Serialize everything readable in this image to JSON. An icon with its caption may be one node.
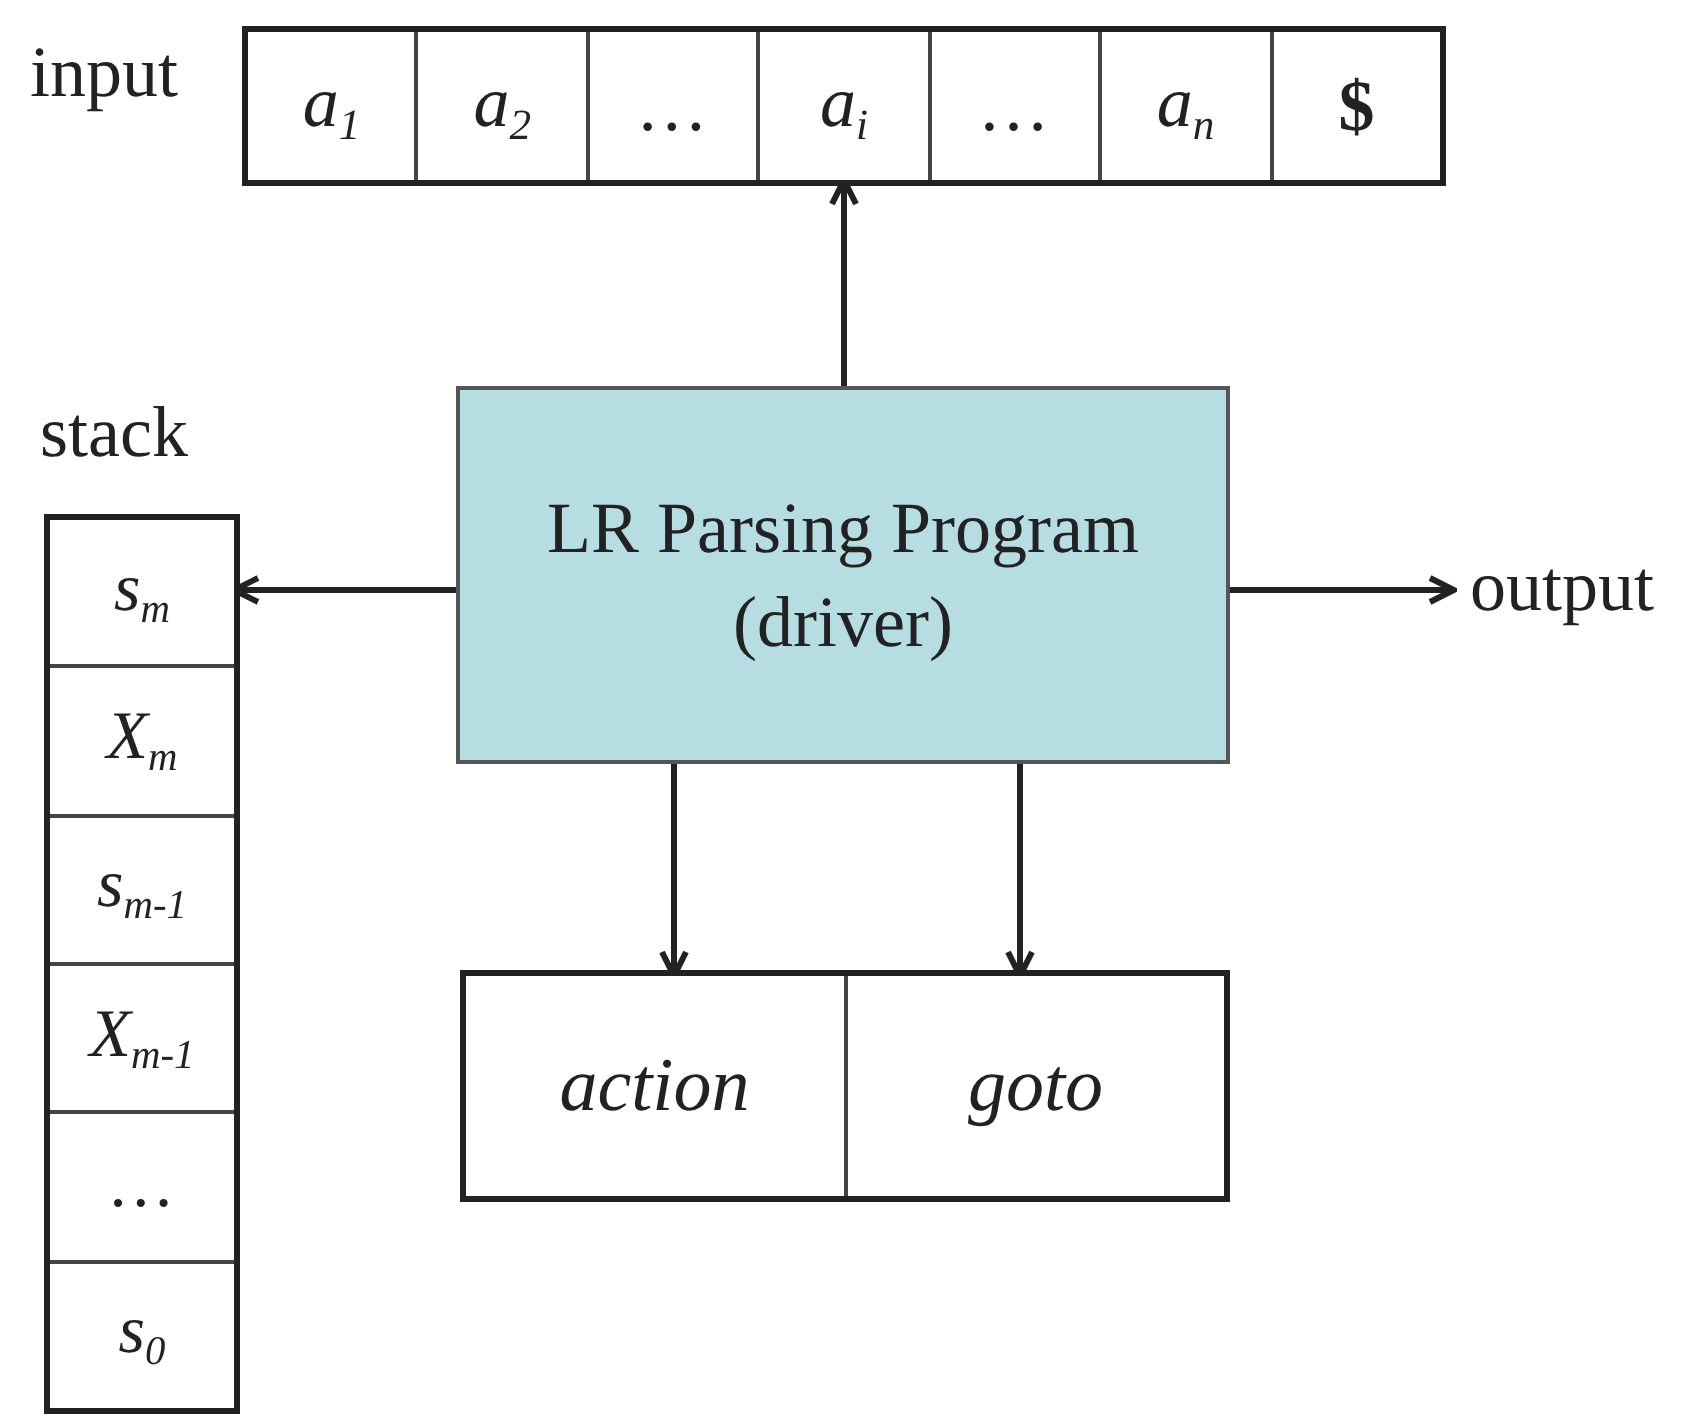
{
  "diagram": {
    "nodes": [
      {
        "text": [],
        "shape": "box"
      },
      {
        "text": [
          "a$_{1}$"
        ],
        "in": 0
      },
      {
        "text": [
          "a$_{2}$"
        ],
        "in": 0
      },
      {
        "text": [
          "…"
        ],
        "in": 0
      },
      {
        "text": [
          "a$_{i}$"
        ],
        "in": 0
      },
      {
        "text": [
          "…"
        ],
        "in": 0
      },
      {
        "text": [
          "a$_{n}$"
        ],
        "in": 0
      },
      {
        "text": [
          "**$**"
        ],
        "in": 0
      },
      {
        "text": [],
        "shape": "box"
      },
      {
        "text": [
          "s$_{m}$"
        ],
        "in": 8
      },
      {
        "text": [
          "X$_{m}$"
        ],
        "in": 8
      },
      {
        "text": [
          "s$_{m-1}$"
        ],
        "in": 8
      },
      {
        "text": [
          "X$_{m-1}$"
        ],
        "in": 8
      },
      {
        "text": [
          "…"
        ],
        "in": 8
      },
      {
        "text": [
          "s$_{0}$"
        ],
        "in": 8
      },
      {
        "text": [
          "LR Parsing Program (driver)"
        ]
      },
      {
        "text": [],
        "shape": "box"
      },
      {
        "text": [
          "action"
        ],
        "in": 16
      },
      {
        "text": [
          "goto"
        ],
        "in": 16
      },
      {
        "text": [
          "output"
        ]
      }
    ],
    "edges": [
      {
        "from": 15,
        "to": 4,
        "arrow": "to"
      },
      {
        "from": 15,
        "to": 9,
        "arrow": "to"
      },
      {
        "from": 15,
        "to": 19,
        "arrow": "to"
      },
      {
        "from": 15,
        "to": 17,
        "arrow": "to"
      },
      {
        "from": 15,
        "to": 18,
        "arrow": "to"
      }
    ],
    "labels": [
      "input",
      "stack"
    ]
  }
}
